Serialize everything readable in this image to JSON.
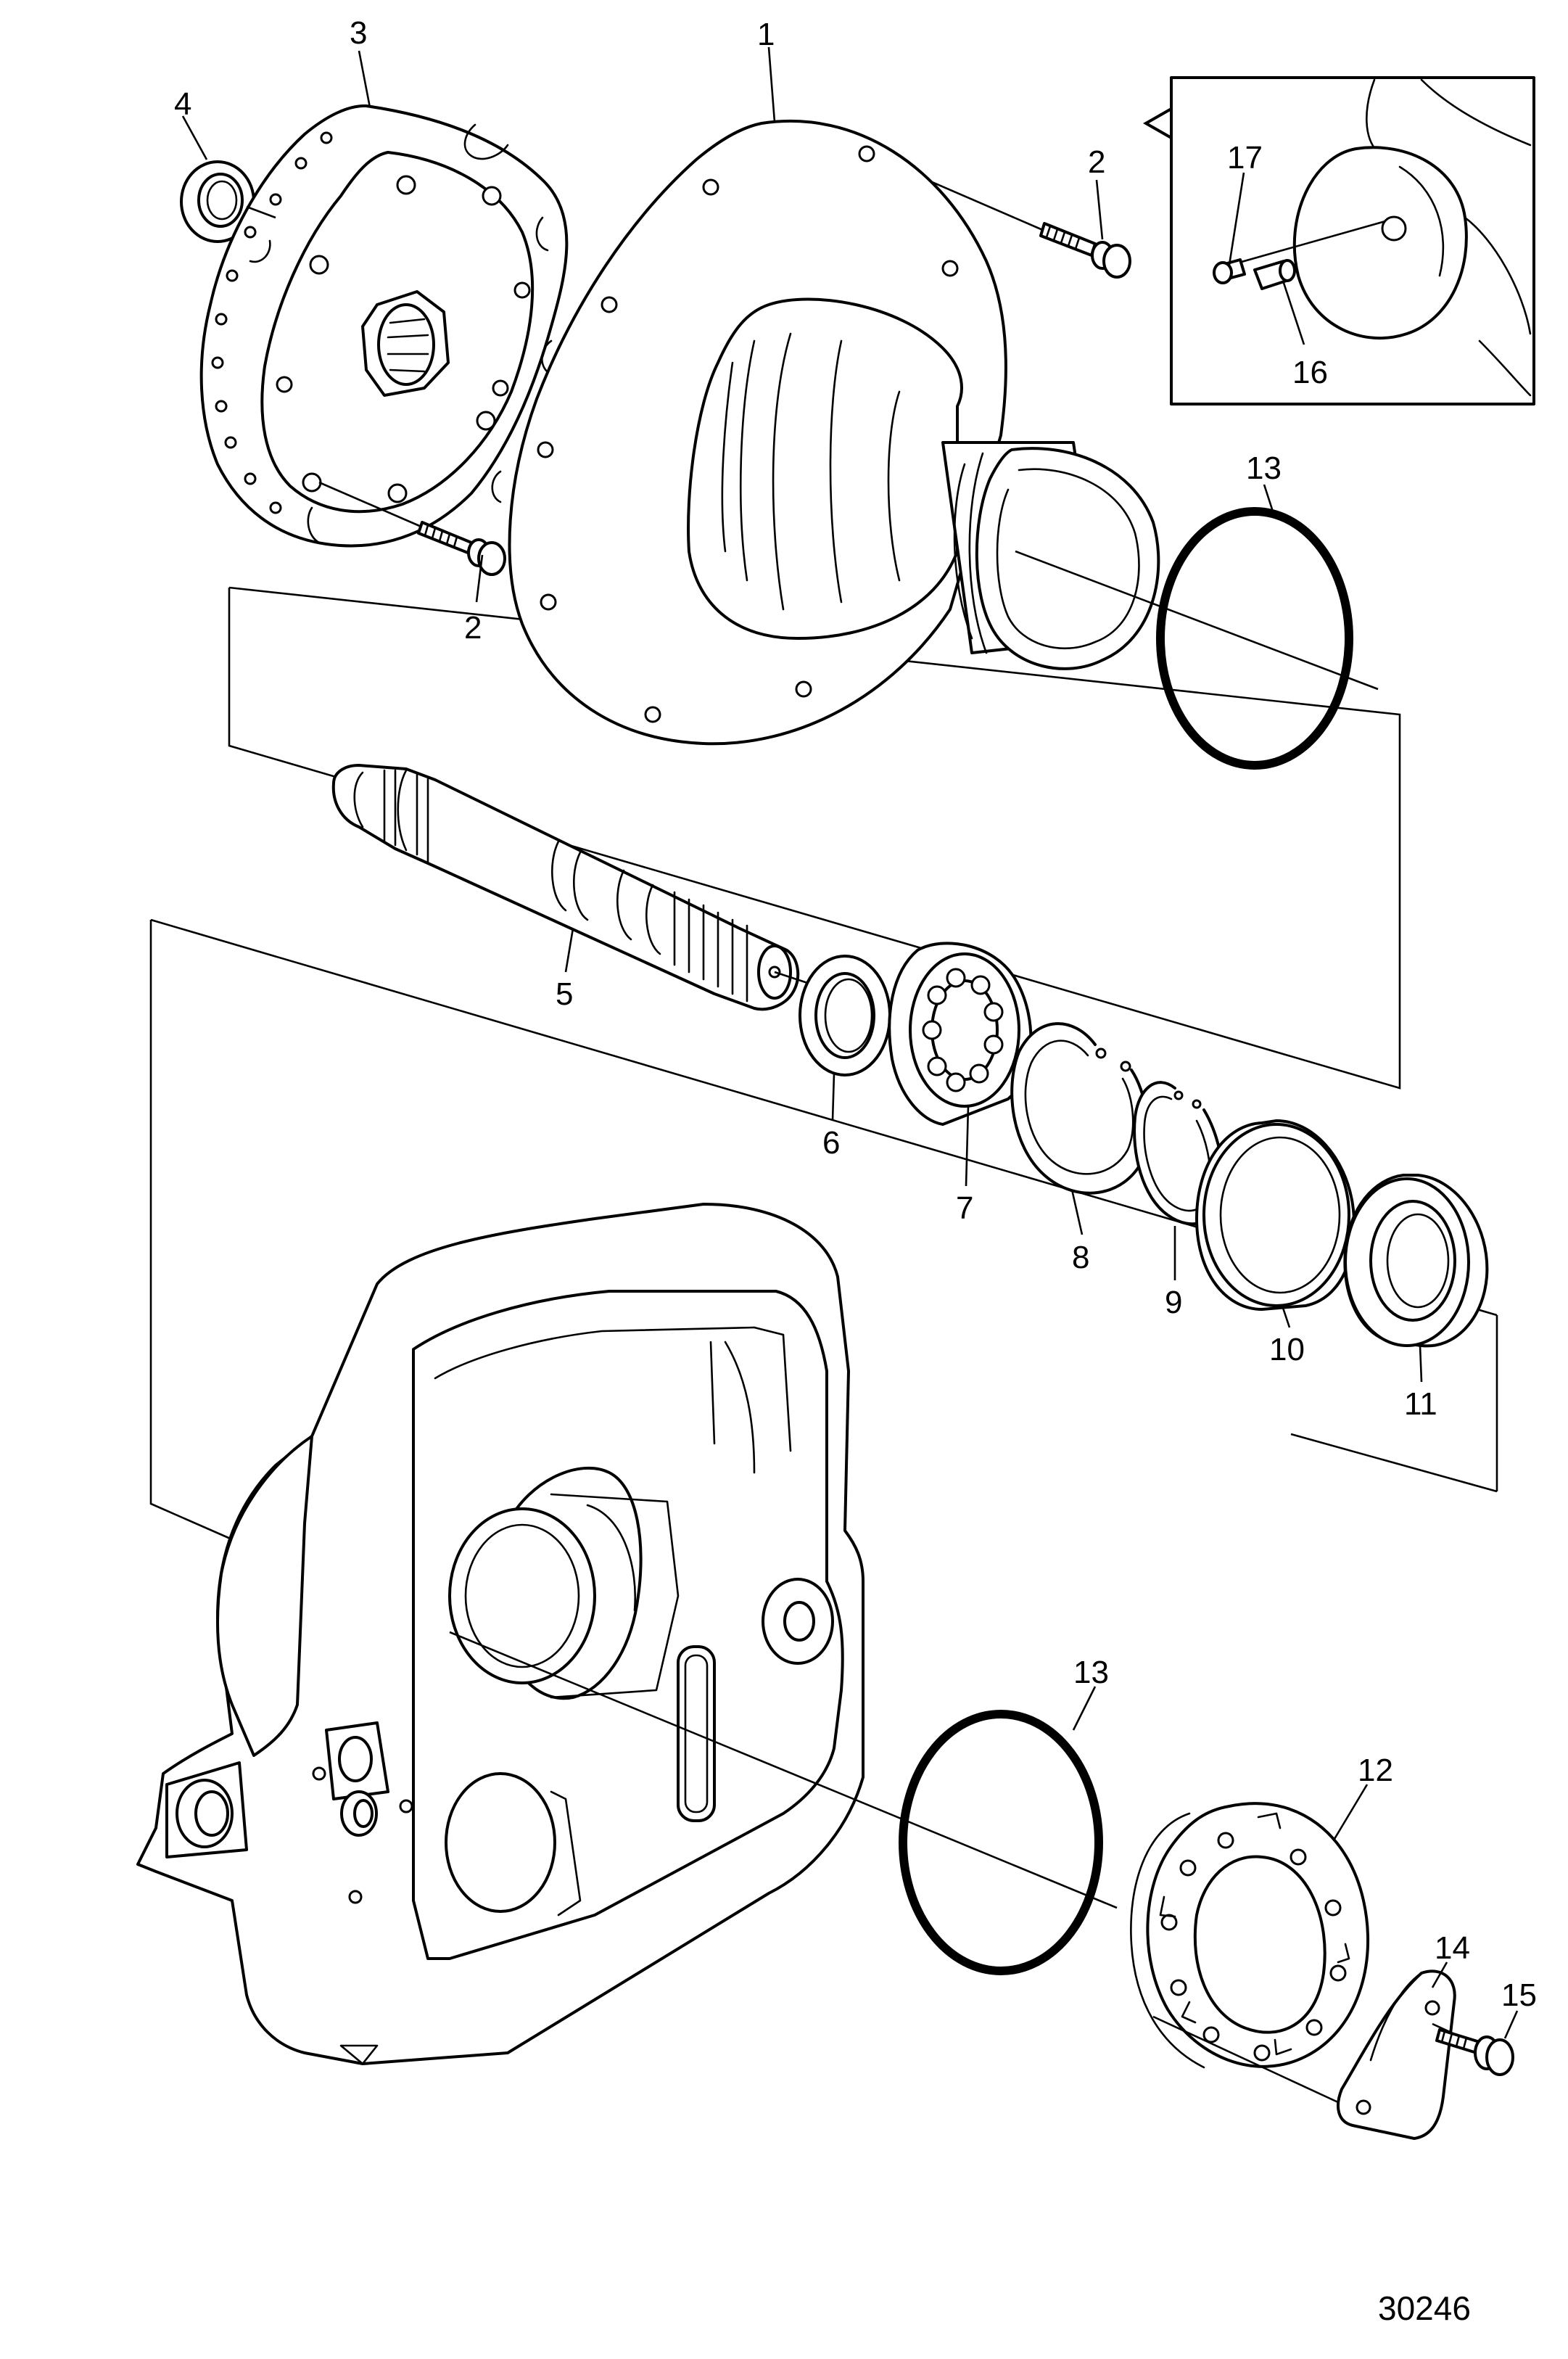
{
  "diagram": {
    "figure_number": "30246",
    "callouts": [
      {
        "id": "c1",
        "label": "1"
      },
      {
        "id": "c2a",
        "label": "2"
      },
      {
        "id": "c2b",
        "label": "2"
      },
      {
        "id": "c3",
        "label": "3"
      },
      {
        "id": "c4",
        "label": "4"
      },
      {
        "id": "c5",
        "label": "5"
      },
      {
        "id": "c6",
        "label": "6"
      },
      {
        "id": "c7",
        "label": "7"
      },
      {
        "id": "c8",
        "label": "8"
      },
      {
        "id": "c9",
        "label": "9"
      },
      {
        "id": "c10",
        "label": "10"
      },
      {
        "id": "c11",
        "label": "11"
      },
      {
        "id": "c12",
        "label": "12"
      },
      {
        "id": "c13a",
        "label": "13"
      },
      {
        "id": "c13b",
        "label": "13"
      },
      {
        "id": "c14",
        "label": "14"
      },
      {
        "id": "c15",
        "label": "15"
      },
      {
        "id": "c16",
        "label": "16"
      },
      {
        "id": "c17",
        "label": "17"
      }
    ]
  }
}
